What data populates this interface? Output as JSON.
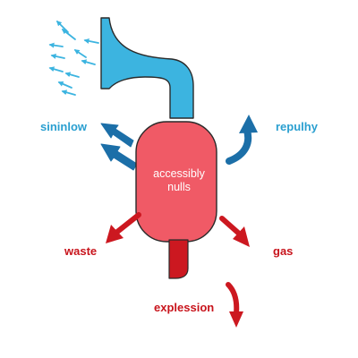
{
  "colors": {
    "blue_light": "#3cb4e0",
    "blue_dark": "#1c6fa8",
    "red_body": "#f05a66",
    "red_dark": "#cc1820",
    "outline": "#2a2a2a",
    "label_blue": "#2a9fd0",
    "label_red": "#c8141c"
  },
  "center": {
    "line1": "accessibly",
    "line2": "nulls"
  },
  "labels": {
    "left_blue": "sininlow",
    "right_blue": "repulhy",
    "waste": "waste",
    "gas": "gas",
    "bottom": "explession"
  },
  "icons": {
    "spray": "spray-arrows",
    "horn": "horn-tube",
    "body": "central-capsule",
    "stem": "bottom-stem"
  }
}
